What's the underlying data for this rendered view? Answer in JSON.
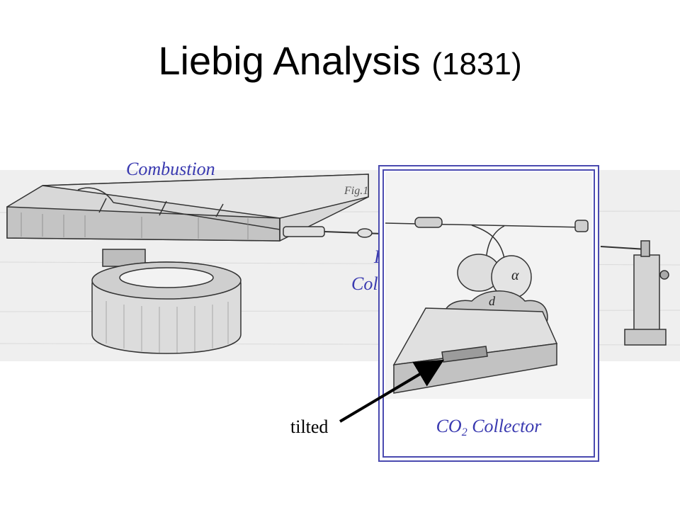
{
  "slide": {
    "title_main": "Liebig Analysis",
    "title_year": "(1831)"
  },
  "labels": {
    "combustion": "Combustion",
    "h2o_partial_1": "H",
    "h2o_partial_2": "Coll",
    "co2_prefix": "CO",
    "co2_subscript": "2",
    "co2_suffix": " Collector",
    "tilted": "tilted",
    "figure_mark": "Fig.1"
  },
  "colors": {
    "label_blue": "#3a3ab0",
    "border_blue": "#4a4ab0",
    "ink": "#333333"
  }
}
